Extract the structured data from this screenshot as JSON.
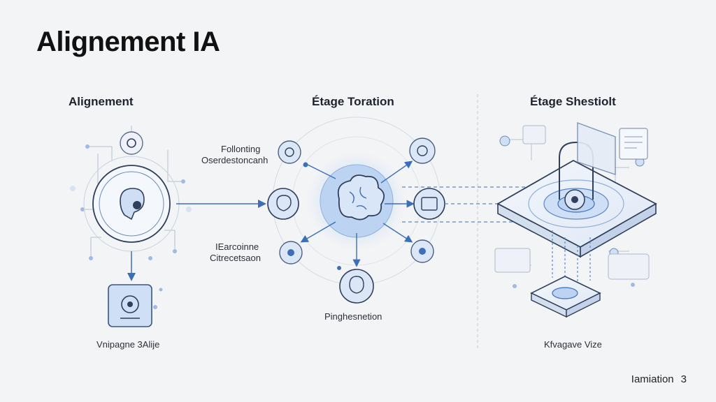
{
  "title": "Alignement IA",
  "columns": {
    "left": "Alignement",
    "middle": "Étage Toration",
    "right": "Étage Shestiolt"
  },
  "labels": {
    "following_1": "Follonting",
    "following_2": "Oserdestoncanh",
    "left_bottom": "Vnipagne 3Alije",
    "mid_left_1": "IEarcoinne",
    "mid_left_2": "Citrecetsaon",
    "mid_bottom": "Pinghesnetion",
    "right_bottom": "Kfvagave Vize"
  },
  "footer": {
    "text": "Iamiation",
    "page": "3"
  },
  "colors": {
    "accent": "#3d6fb8",
    "node_fill": "#dbe7f7",
    "stroke_dark": "#2f3f5c",
    "glow": "#b9d3f2"
  }
}
